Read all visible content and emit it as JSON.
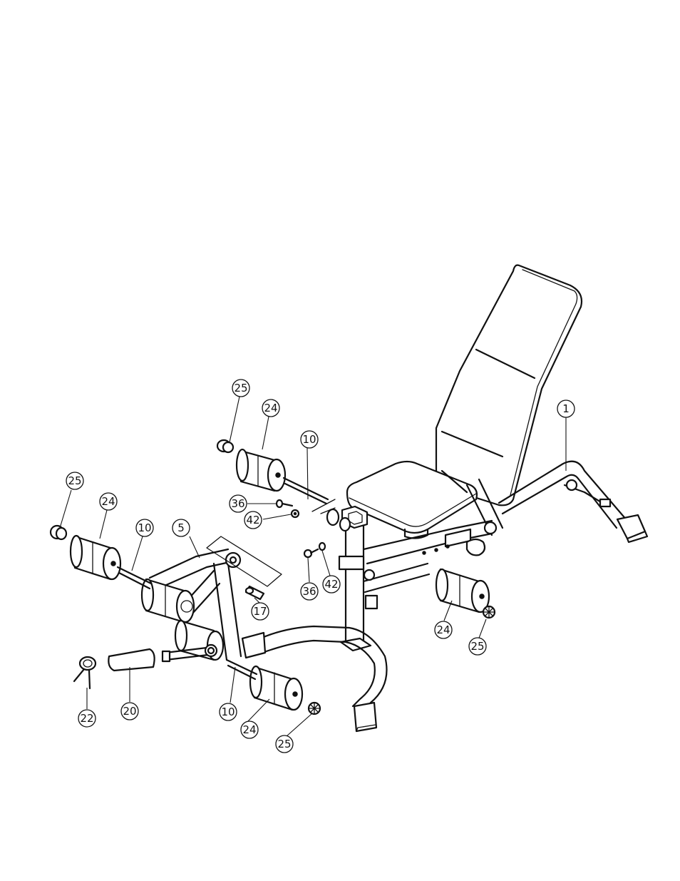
{
  "diagram": {
    "callouts": [
      {
        "id": "c1",
        "label": "1"
      },
      {
        "id": "c5",
        "label": "5"
      },
      {
        "id": "c10a",
        "label": "10"
      },
      {
        "id": "c10b",
        "label": "10"
      },
      {
        "id": "c10c",
        "label": "10"
      },
      {
        "id": "c17",
        "label": "17"
      },
      {
        "id": "c20",
        "label": "20"
      },
      {
        "id": "c22",
        "label": "22"
      },
      {
        "id": "c24a",
        "label": "24"
      },
      {
        "id": "c24b",
        "label": "24"
      },
      {
        "id": "c24c",
        "label": "24"
      },
      {
        "id": "c24d",
        "label": "24"
      },
      {
        "id": "c25a",
        "label": "25"
      },
      {
        "id": "c25b",
        "label": "25"
      },
      {
        "id": "c25c",
        "label": "25"
      },
      {
        "id": "c25d",
        "label": "25"
      },
      {
        "id": "c36a",
        "label": "36"
      },
      {
        "id": "c36b",
        "label": "36"
      },
      {
        "id": "c42a",
        "label": "42"
      },
      {
        "id": "c42b",
        "label": "42"
      }
    ]
  }
}
